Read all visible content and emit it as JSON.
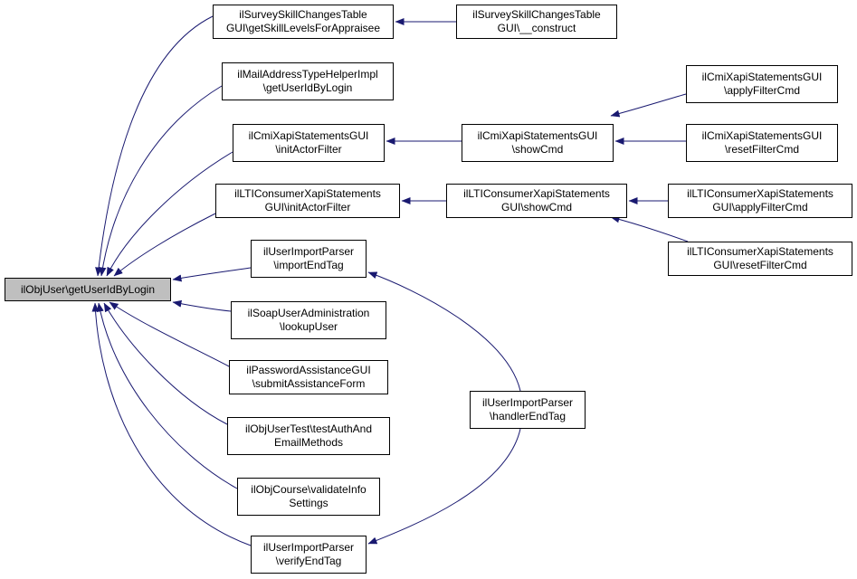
{
  "colors": {
    "edge": "#191970",
    "node_border": "#000000",
    "node_fill": "#ffffff",
    "root_fill": "#bfbfbf"
  },
  "nodes": [
    {
      "id": "root",
      "lines": [
        "ilObjUser\\getUserIdByLogin"
      ]
    },
    {
      "id": "survey_get",
      "lines": [
        "ilSurveySkillChangesTable",
        "GUI\\getSkillLevelsForAppraisee"
      ]
    },
    {
      "id": "survey_construct",
      "lines": [
        "ilSurveySkillChangesTable",
        "GUI\\__construct"
      ]
    },
    {
      "id": "mail_get",
      "lines": [
        "ilMailAddressTypeHelperImpl",
        "\\getUserIdByLogin"
      ]
    },
    {
      "id": "cmi_init",
      "lines": [
        "ilCmiXapiStatementsGUI",
        "\\initActorFilter"
      ]
    },
    {
      "id": "cmi_show",
      "lines": [
        "ilCmiXapiStatementsGUI",
        "\\showCmd"
      ]
    },
    {
      "id": "cmi_apply",
      "lines": [
        "ilCmiXapiStatementsGUI",
        "\\applyFilterCmd"
      ]
    },
    {
      "id": "cmi_reset",
      "lines": [
        "ilCmiXapiStatementsGUI",
        "\\resetFilterCmd"
      ]
    },
    {
      "id": "lti_init",
      "lines": [
        "ilLTIConsumerXapiStatements",
        "GUI\\initActorFilter"
      ]
    },
    {
      "id": "lti_show",
      "lines": [
        "ilLTIConsumerXapiStatements",
        "GUI\\showCmd"
      ]
    },
    {
      "id": "lti_apply",
      "lines": [
        "ilLTIConsumerXapiStatements",
        "GUI\\applyFilterCmd"
      ]
    },
    {
      "id": "lti_reset",
      "lines": [
        "ilLTIConsumerXapiStatements",
        "GUI\\resetFilterCmd"
      ]
    },
    {
      "id": "import_end",
      "lines": [
        "ilUserImportParser",
        "\\importEndTag"
      ]
    },
    {
      "id": "soap_lookup",
      "lines": [
        "ilSoapUserAdministration",
        "\\lookupUser"
      ]
    },
    {
      "id": "pwd_submit",
      "lines": [
        "ilPasswordAssistanceGUI",
        "\\submitAssistanceForm"
      ]
    },
    {
      "id": "test_auth",
      "lines": [
        "ilObjUserTest\\testAuthAnd",
        "EmailMethods"
      ]
    },
    {
      "id": "course_validate",
      "lines": [
        "ilObjCourse\\validateInfo",
        "Settings"
      ]
    },
    {
      "id": "verify_end",
      "lines": [
        "ilUserImportParser",
        "\\verifyEndTag"
      ]
    },
    {
      "id": "handler_end",
      "lines": [
        "ilUserImportParser",
        "\\handlerEndTag"
      ]
    }
  ],
  "edges": [
    {
      "from": "survey_get",
      "to": "root"
    },
    {
      "from": "mail_get",
      "to": "root"
    },
    {
      "from": "cmi_init",
      "to": "root"
    },
    {
      "from": "lti_init",
      "to": "root"
    },
    {
      "from": "import_end",
      "to": "root"
    },
    {
      "from": "soap_lookup",
      "to": "root"
    },
    {
      "from": "pwd_submit",
      "to": "root"
    },
    {
      "from": "test_auth",
      "to": "root"
    },
    {
      "from": "course_validate",
      "to": "root"
    },
    {
      "from": "verify_end",
      "to": "root"
    },
    {
      "from": "survey_construct",
      "to": "survey_get"
    },
    {
      "from": "cmi_show",
      "to": "cmi_init"
    },
    {
      "from": "cmi_apply",
      "to": "cmi_show"
    },
    {
      "from": "cmi_reset",
      "to": "cmi_show"
    },
    {
      "from": "lti_show",
      "to": "lti_init"
    },
    {
      "from": "lti_apply",
      "to": "lti_show"
    },
    {
      "from": "lti_reset",
      "to": "lti_show"
    },
    {
      "from": "handler_end",
      "to": "import_end"
    },
    {
      "from": "handler_end",
      "to": "verify_end"
    }
  ]
}
